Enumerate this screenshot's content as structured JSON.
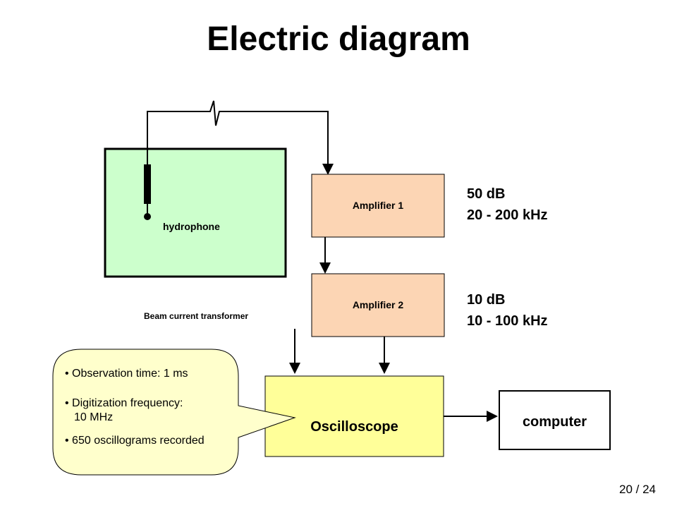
{
  "slide": {
    "title": "Electric diagram",
    "page_number": "20 / 24"
  },
  "diagram": {
    "hydrophone_label": "hydrophone",
    "amplifier1": {
      "label": "Amplifier 1",
      "gain": "50 dB",
      "band": "20 - 200 kHz"
    },
    "amplifier2": {
      "label": "Amplifier 2",
      "gain": "10 dB",
      "band": "10 - 100 kHz"
    },
    "beam_transformer_label": "Beam current transformer",
    "oscilloscope_label": "Oscilloscope",
    "computer_label": "computer"
  },
  "callout": {
    "items": [
      "Observation time: 1 ms",
      "Digitization frequency:",
      "10 MHz",
      "650 oscillograms recorded"
    ]
  },
  "colors": {
    "hydrophone_box": "#ccffcc",
    "amplifier_box": "#fcd5b4",
    "oscilloscope_box": "#ffff99",
    "callout_fill": "#ffffcc",
    "computer_box": "#ffffff"
  }
}
